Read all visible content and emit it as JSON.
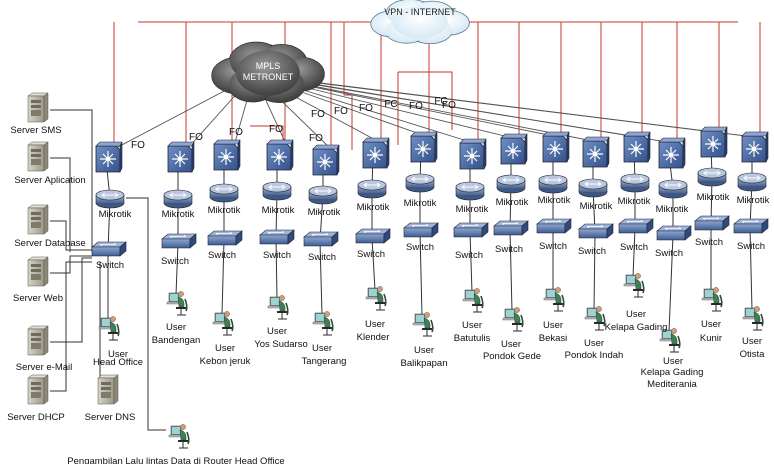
{
  "vpn_cloud_label": "VPN - INTERNET",
  "mpls_cloud_label": [
    "MPLS",
    "METRONET"
  ],
  "fo_label": "FO",
  "fo_labels": [
    "FO",
    "FO",
    "FO",
    "FO",
    "FO",
    "FO",
    "FO",
    "FO",
    "FC",
    "FO",
    "FC",
    "FO"
  ],
  "device_labels": {
    "router": "Mikrotik",
    "switch": "Switch",
    "user": "User"
  },
  "servers": [
    "Server SMS",
    "Server Aplication",
    "Server Database",
    "Server Web",
    "Server e-Mail",
    "Server DHCP",
    "Server DNS"
  ],
  "branches": [
    {
      "user_label": "User",
      "site": [
        "Head Office"
      ]
    },
    {
      "user_label": "User",
      "site": [
        "Bandengan"
      ]
    },
    {
      "user_label": "User",
      "site": [
        "Kebon jeruk"
      ]
    },
    {
      "user_label": "User",
      "site": [
        "Yos Sudarso"
      ]
    },
    {
      "user_label": "User",
      "site": [
        "Tangerang"
      ]
    },
    {
      "user_label": "User",
      "site": [
        "Klender"
      ]
    },
    {
      "user_label": "User",
      "site": [
        "Balikpapan"
      ]
    },
    {
      "user_label": "User",
      "site": [
        "Batutulis"
      ]
    },
    {
      "user_label": "User",
      "site": [
        "Pondok Gede"
      ]
    },
    {
      "user_label": "User",
      "site": [
        "Bekasi"
      ]
    },
    {
      "user_label": "User",
      "site": [
        "Pondok Indah"
      ]
    },
    {
      "user_label": "User",
      "site": [
        "Kelapa Gading"
      ]
    },
    {
      "user_label": "User",
      "site": [
        "Kelapa Gading",
        "Mediterania"
      ]
    },
    {
      "user_label": "User",
      "site": [
        "Kunir"
      ]
    },
    {
      "user_label": "User",
      "site": [
        "Otista"
      ]
    }
  ],
  "footer_caption": "Pengambilan Lalu lintas Data di Router Head Office",
  "colors": {
    "vpn_link": "#c0392b",
    "line": "#333333",
    "mpls_cloud": "#5a5a5a"
  }
}
